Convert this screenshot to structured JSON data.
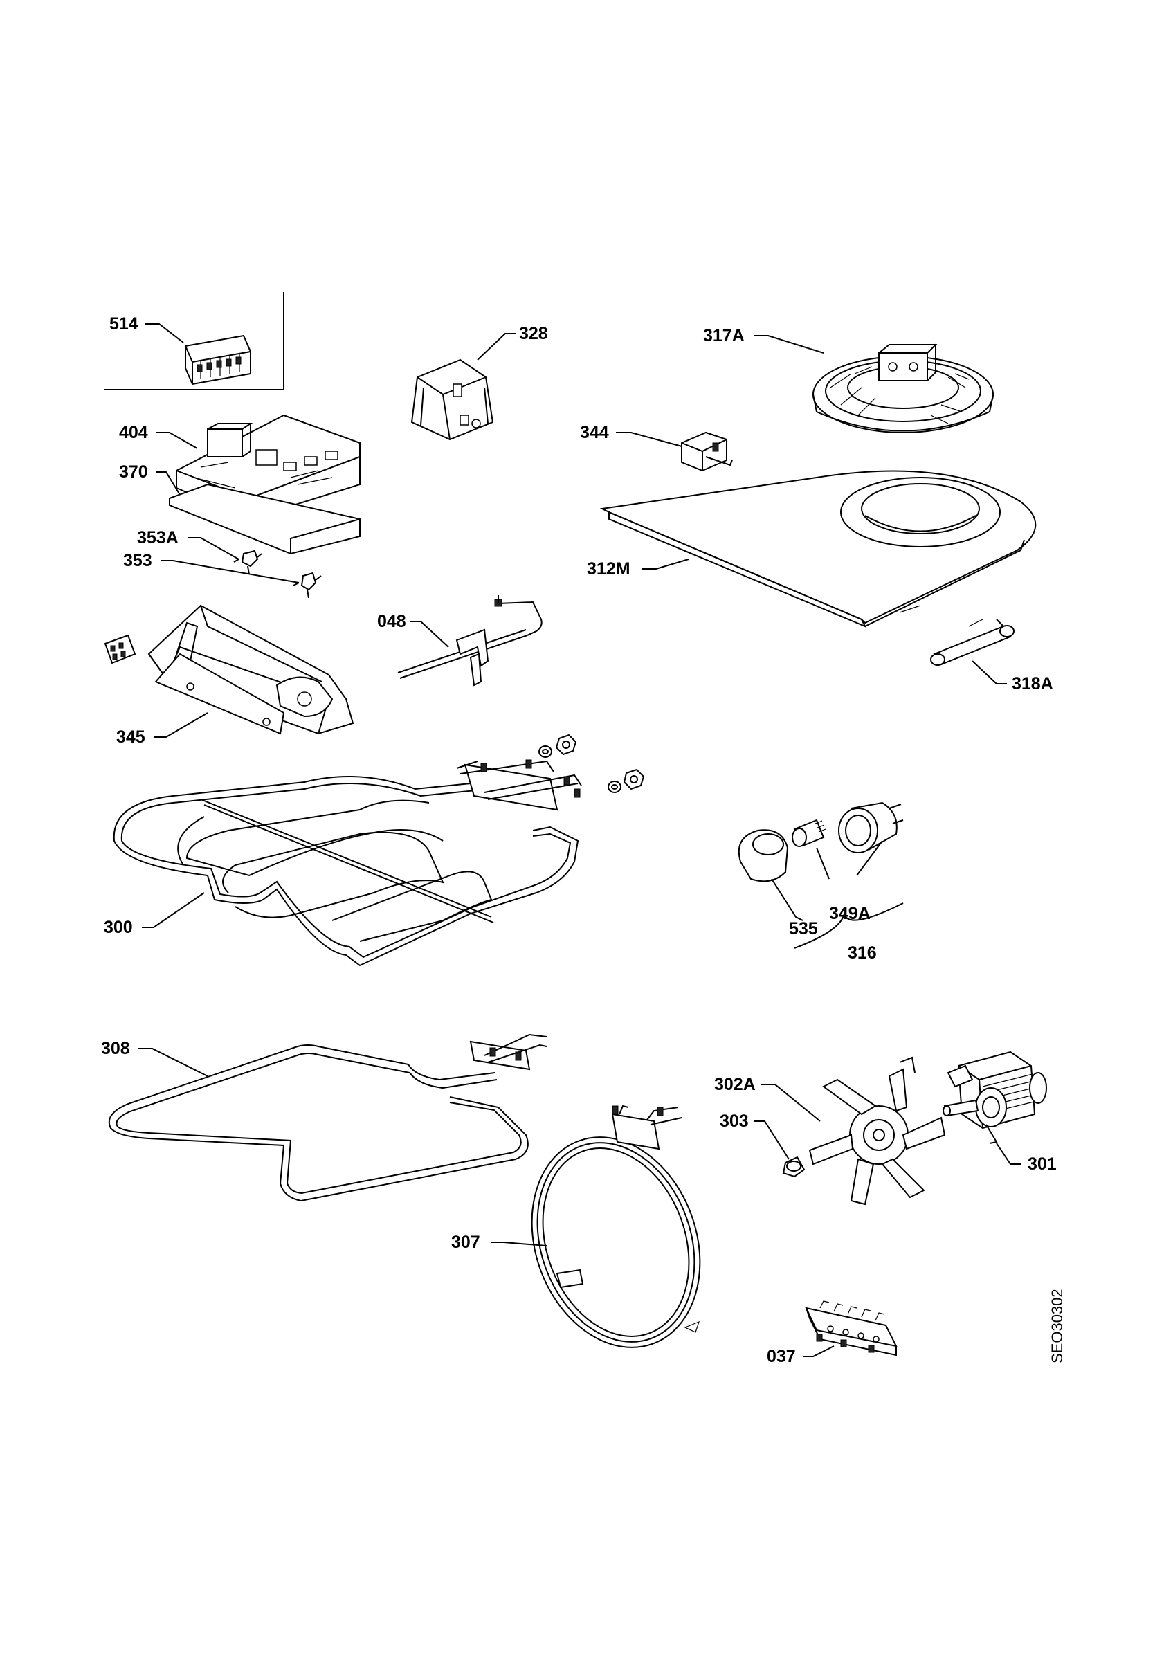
{
  "drawing_code": "SEO30302",
  "parts": [
    {
      "id": "p514",
      "label": "514"
    },
    {
      "id": "p328",
      "label": "328"
    },
    {
      "id": "p317A",
      "label": "317A"
    },
    {
      "id": "p404",
      "label": "404"
    },
    {
      "id": "p370",
      "label": "370"
    },
    {
      "id": "p344",
      "label": "344"
    },
    {
      "id": "p353A",
      "label": "353A"
    },
    {
      "id": "p353",
      "label": "353"
    },
    {
      "id": "p312M",
      "label": "312M"
    },
    {
      "id": "p048",
      "label": "048"
    },
    {
      "id": "p318A",
      "label": "318A"
    },
    {
      "id": "p345",
      "label": "345"
    },
    {
      "id": "p300",
      "label": "300"
    },
    {
      "id": "p535",
      "label": "535"
    },
    {
      "id": "p349A",
      "label": "349A"
    },
    {
      "id": "p316",
      "label": "316"
    },
    {
      "id": "p308",
      "label": "308"
    },
    {
      "id": "p302A",
      "label": "302A"
    },
    {
      "id": "p303",
      "label": "303"
    },
    {
      "id": "p301",
      "label": "301"
    },
    {
      "id": "p307",
      "label": "307"
    },
    {
      "id": "p037",
      "label": "037"
    }
  ]
}
